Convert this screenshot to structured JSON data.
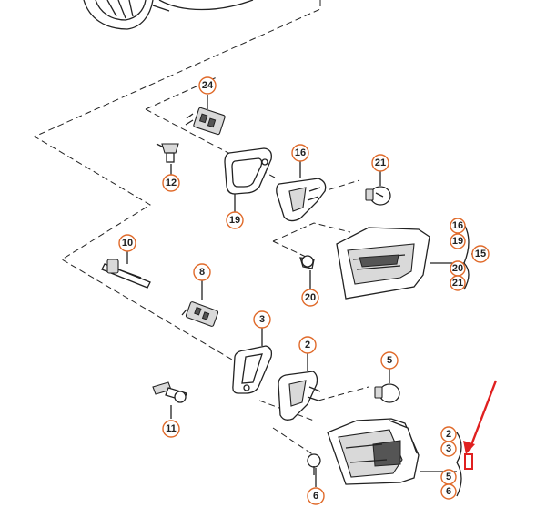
{
  "callouts": {
    "c24": "24",
    "c12": "12",
    "c16": "16",
    "c19": "19",
    "c21": "21",
    "c10": "10",
    "c20": "20",
    "c8": "8",
    "c3": "3",
    "c2": "2",
    "c5": "5",
    "c11": "11",
    "c6": "6",
    "g1_16": "16",
    "g1_19": "19",
    "g1_15": "15",
    "g1_20": "20",
    "g1_21": "21",
    "g2_2": "2",
    "g2_3": "3",
    "g2_5": "5",
    "g2_6": "6"
  },
  "colors": {
    "callout_ring": "#e06a2a",
    "annotation_arrow": "#e02020",
    "line": "#222222"
  }
}
